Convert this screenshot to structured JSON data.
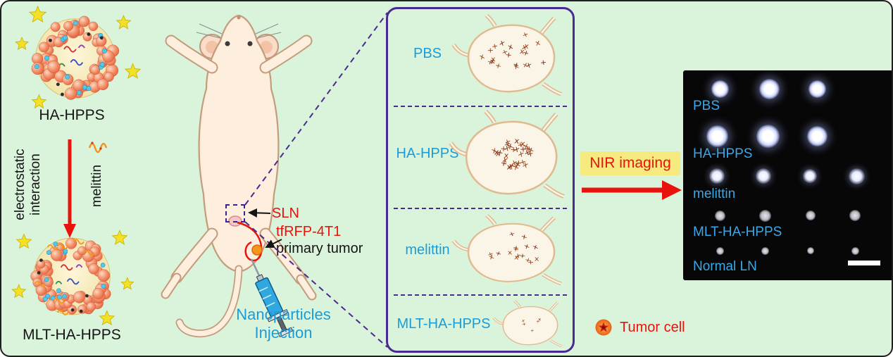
{
  "figure": {
    "synthesis": {
      "top_particle_label": "HA-HPPS",
      "bottom_particle_label": "MLT-HA-HPPS",
      "process_line1": "electrostatic",
      "process_line2": "interaction",
      "ligand_label": "melittin"
    },
    "mouse": {
      "sln_label": "SLN",
      "cell_line_label": "tfRFP-4T1",
      "primary_tumor_label": "primary tumor",
      "injection_line1": "Nanoparticles",
      "injection_line2": "Injection"
    },
    "ln_zoom_panel": {
      "rows": [
        {
          "label": "PBS",
          "tumor_mark_count": 22
        },
        {
          "label": "HA-HPPS",
          "tumor_mark_count": 34
        },
        {
          "label": "melittin",
          "tumor_mark_count": 16
        },
        {
          "label": "MLT-HA-HPPS",
          "tumor_mark_count": 5
        }
      ]
    },
    "nir_imaging": {
      "arrow_label": "NIR imaging",
      "rows": [
        {
          "label": "PBS",
          "node_count": 3
        },
        {
          "label": "HA-HPPS",
          "node_count": 3
        },
        {
          "label": "melittin",
          "node_count": 4
        },
        {
          "label": "MLT-HA-HPPS",
          "node_count": 4
        },
        {
          "label": "Normal LN",
          "node_count": 4
        }
      ]
    },
    "legend": {
      "tumor_cell_label": "Tumor cell"
    }
  },
  "colors": {
    "background": "#daf4dc",
    "accent_blue": "#1b9bd7",
    "accent_red": "#e8130c",
    "panel_purple": "#4b2a8f",
    "highlight_yellow": "#f6e97e"
  }
}
